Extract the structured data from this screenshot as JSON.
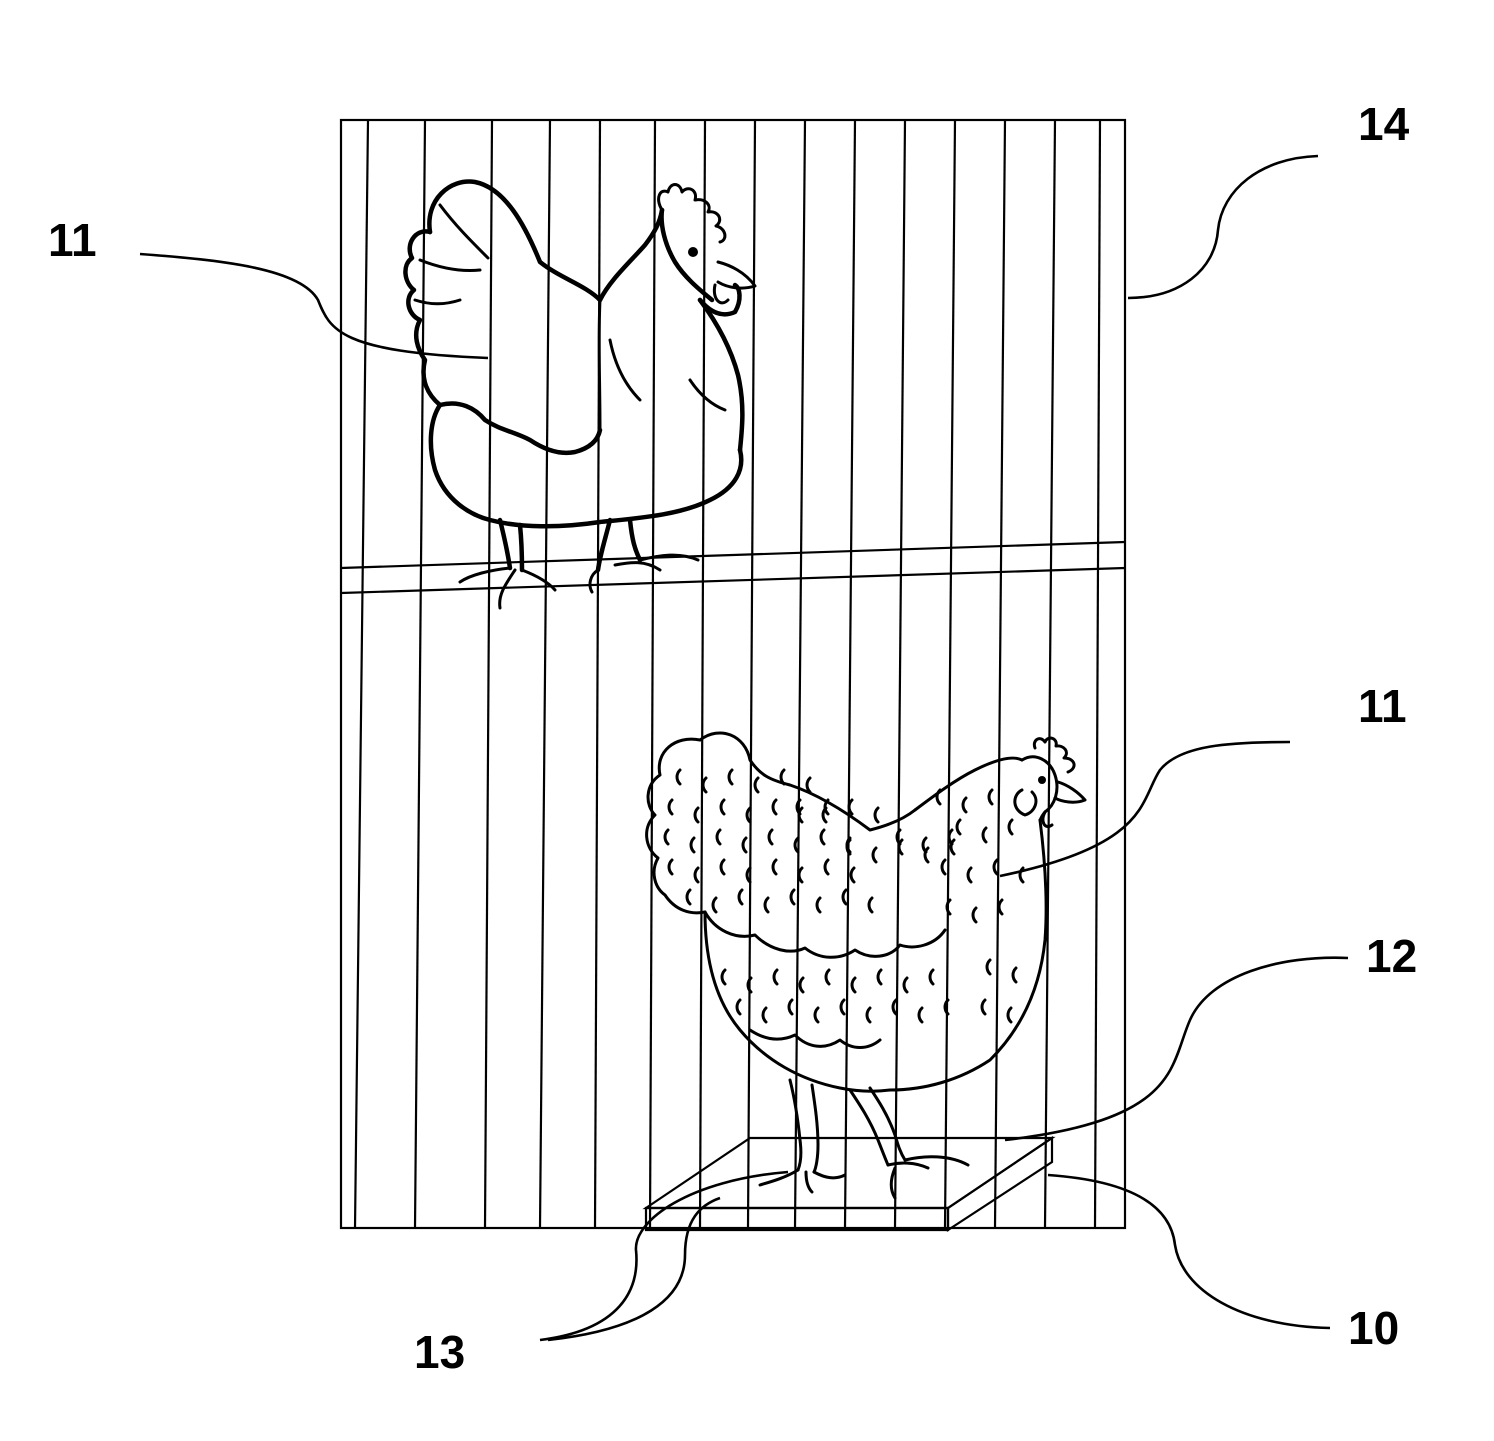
{
  "labels": {
    "cage": "14",
    "chicken_top": "11",
    "chicken_bottom": "11",
    "platform_top": "12",
    "platform": "10",
    "platform_edge": "13"
  }
}
